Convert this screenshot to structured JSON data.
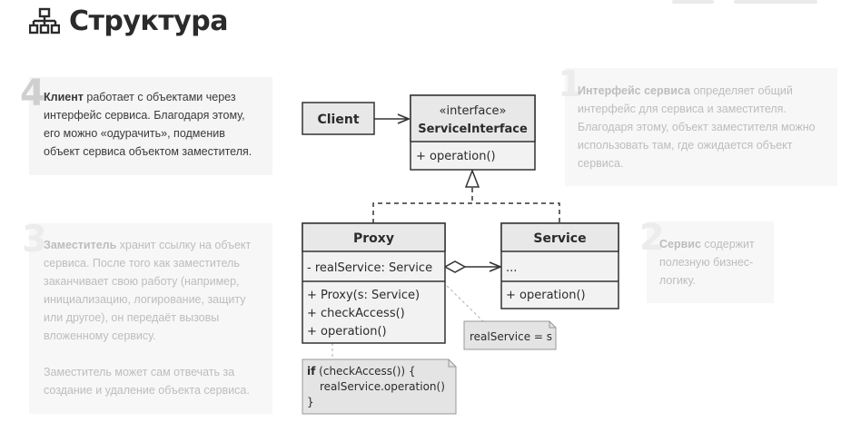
{
  "title": "Структура",
  "notes": {
    "n4": {
      "num": "4",
      "bold": "Клиент",
      "text": " работает с объектами через интерфейс сервиса. Благодаря этому, его можно «одурачить», подменив объект сервиса объектом заместителя."
    },
    "n1": {
      "num": "1",
      "bold": "Интерфейс сервиса",
      "text": " определяет общий интерфейс для сервиса и заместителя. Благодаря этому, объект заместителя можно использовать там, где ожидается объект сервиса."
    },
    "n3": {
      "num": "3",
      "bold": "Заместитель",
      "text": " хранит ссылку на объект сервиса. После того как заместитель заканчивает свою работу (например, инициализацию, логирование, защиту или другое), он передаёт вызовы вложенному сервису.",
      "text2": "Заместитель может сам отвечать за создание и удаление объекта сервиса."
    },
    "n2": {
      "num": "2",
      "bold": "Сервис",
      "text": " содержит полезную бизнес-логику."
    }
  },
  "diagram": {
    "client": "Client",
    "interface": {
      "stereotype": "«interface»",
      "name": "ServiceInterface",
      "method": "+ operation()"
    },
    "proxy": {
      "name": "Proxy",
      "field": "- realService: Service",
      "methods": [
        "+ Proxy(s: Service)",
        "+ checkAccess()",
        "+ operation()"
      ]
    },
    "service": {
      "name": "Service",
      "field": "...",
      "method": "+ operation()"
    },
    "note_assign": "realService = s",
    "note_code": {
      "kw": "if",
      "l1": " (checkAccess()) {",
      "l2": "realService.operation()",
      "l3": "}"
    }
  },
  "colors": {
    "box_fill": "#f0f0f0",
    "header_fill": "#e6e6e6",
    "stroke": "#333333",
    "note_fill": "#e4e4e4"
  }
}
